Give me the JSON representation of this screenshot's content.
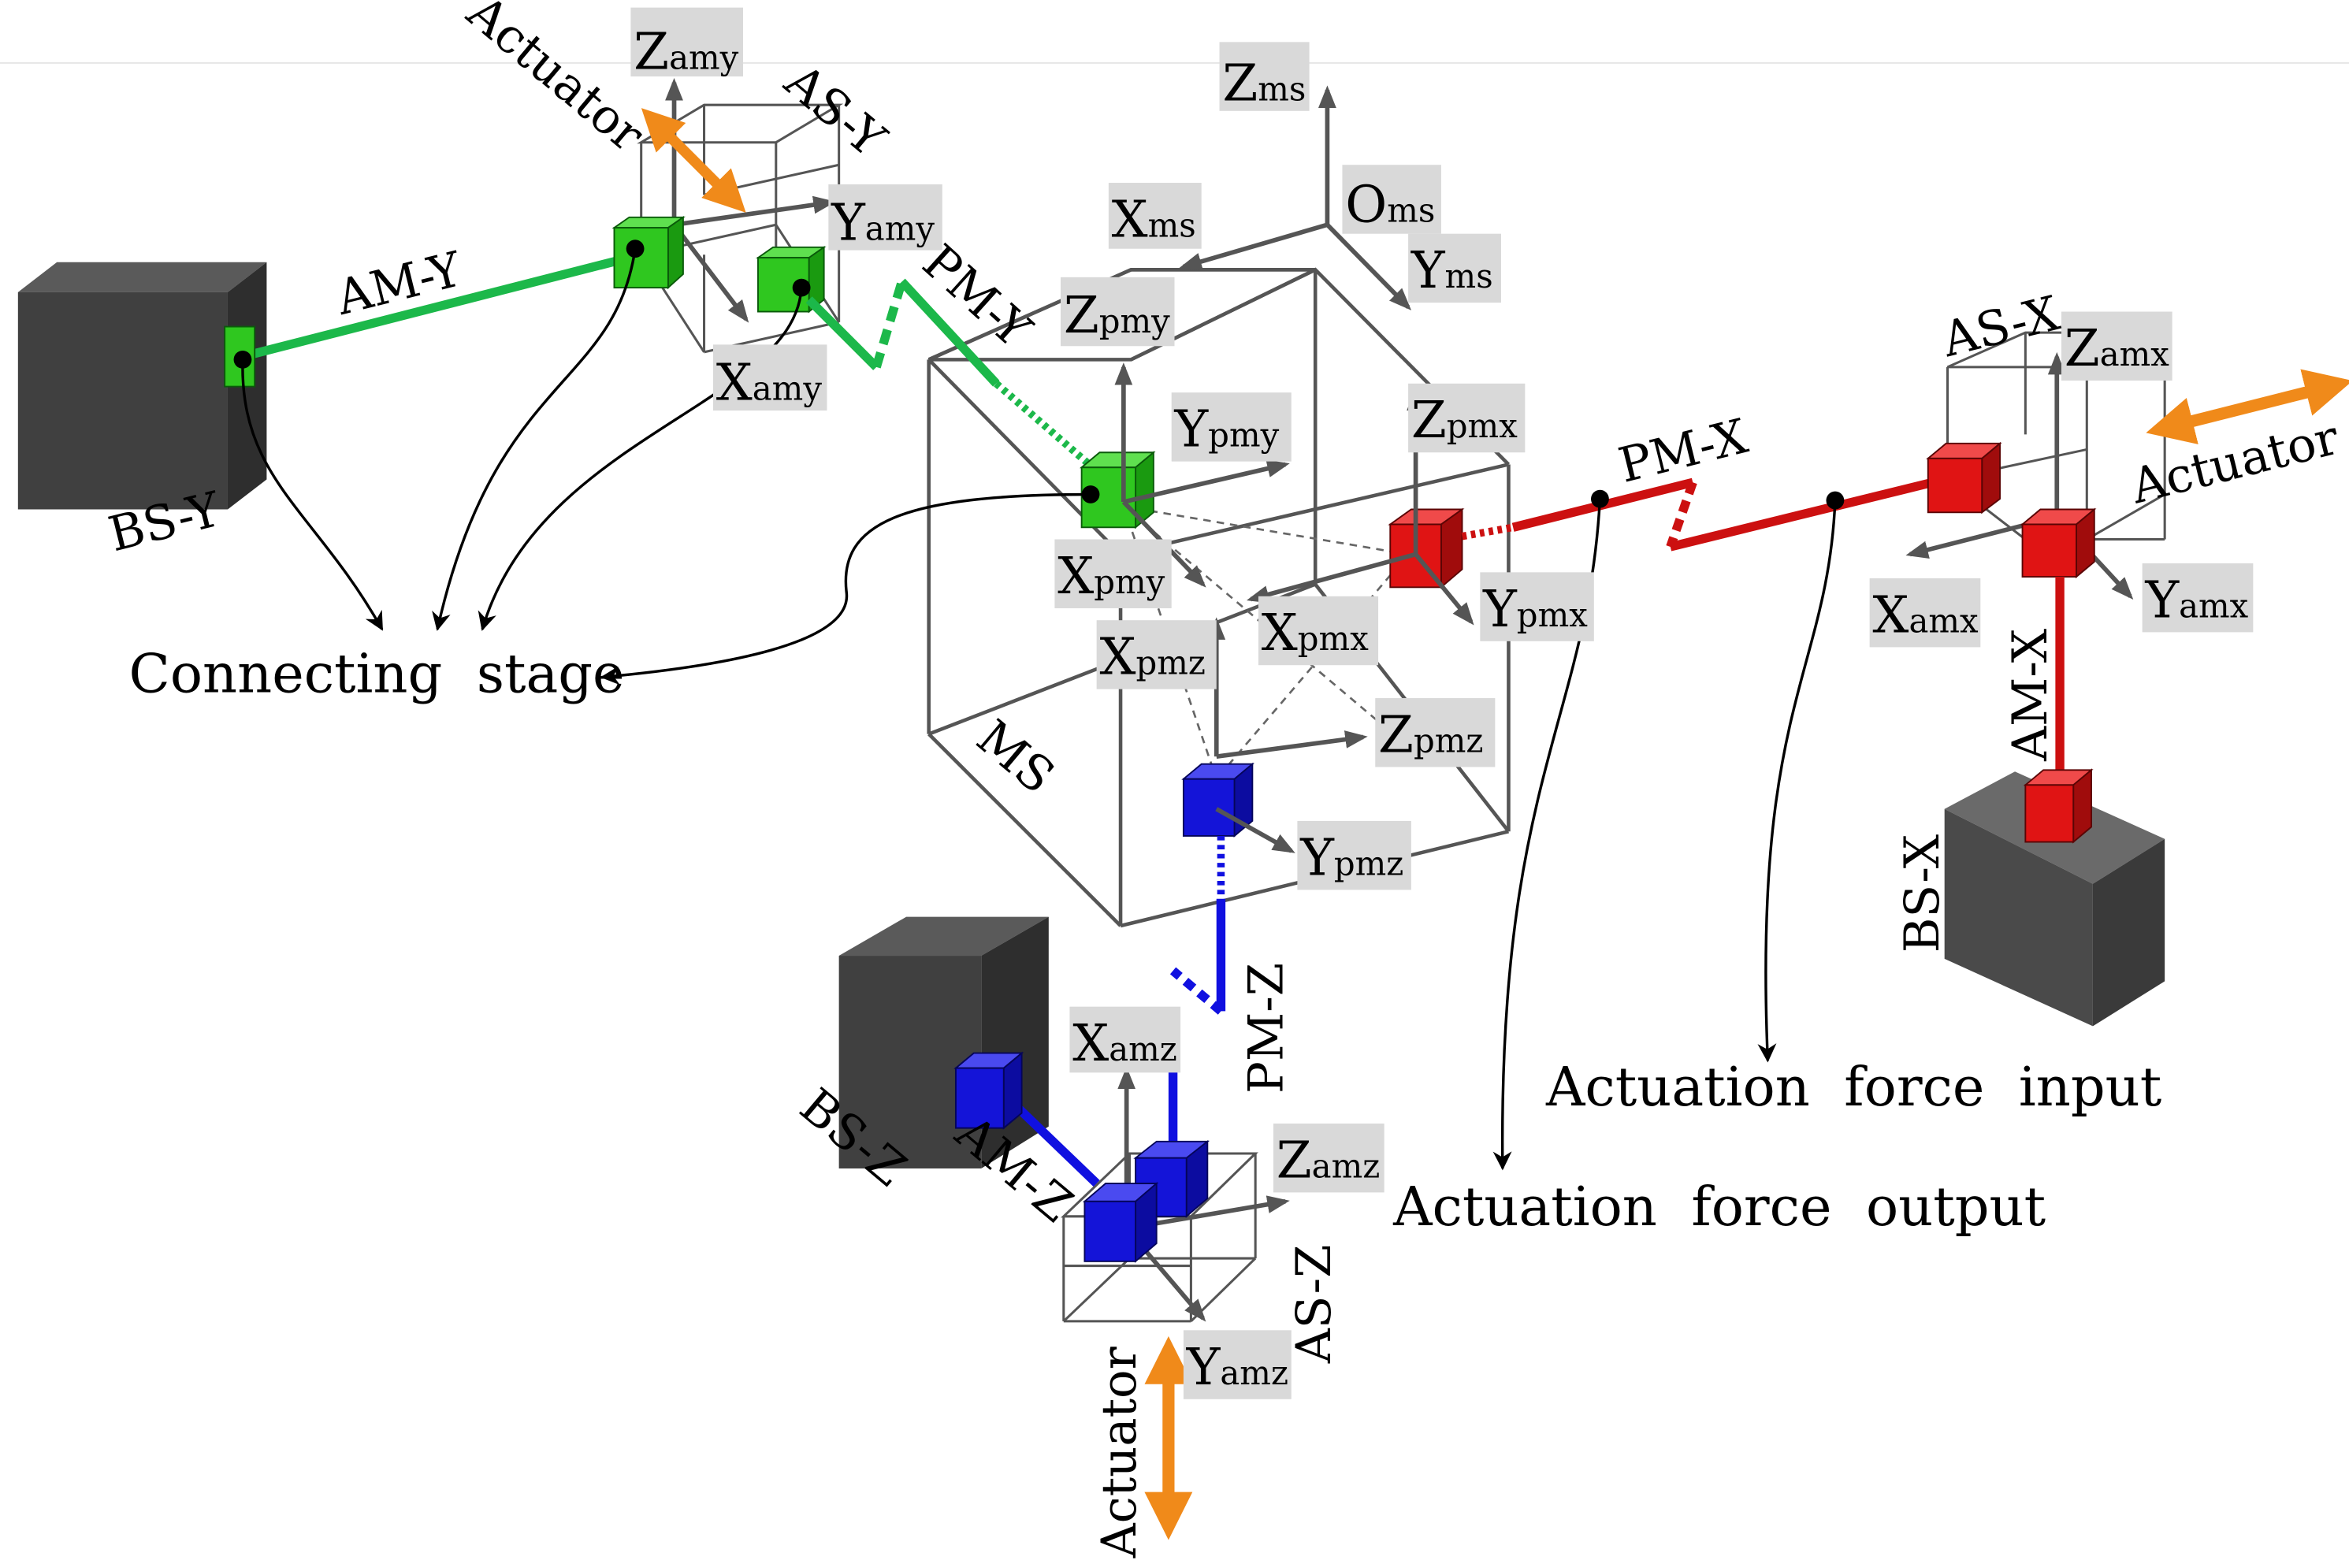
{
  "labels": {
    "z_amy": {
      "main": "Z",
      "sub": "amy"
    },
    "y_amy": {
      "main": "Y",
      "sub": "amy"
    },
    "x_amy": {
      "main": "X",
      "sub": "amy"
    },
    "z_ms": {
      "main": "Z",
      "sub": "ms"
    },
    "x_ms": {
      "main": "X",
      "sub": "ms"
    },
    "o_ms": {
      "main": "O",
      "sub": "ms"
    },
    "y_ms": {
      "main": "Y",
      "sub": "ms"
    },
    "z_pmy": {
      "main": "Z",
      "sub": "pmy"
    },
    "y_pmy": {
      "main": "Y",
      "sub": "pmy"
    },
    "x_pmy": {
      "main": "X",
      "sub": "pmy"
    },
    "z_pmx": {
      "main": "Z",
      "sub": "pmx"
    },
    "y_pmx": {
      "main": "Y",
      "sub": "pmx"
    },
    "x_pmx": {
      "main": "X",
      "sub": "pmx"
    },
    "x_pmz": {
      "main": "X",
      "sub": "pmz"
    },
    "z_pmz": {
      "main": "Z",
      "sub": "pmz"
    },
    "y_pmz": {
      "main": "Y",
      "sub": "pmz"
    },
    "z_amx": {
      "main": "Z",
      "sub": "amx"
    },
    "x_amx": {
      "main": "X",
      "sub": "amx"
    },
    "y_amx": {
      "main": "Y",
      "sub": "amx"
    },
    "x_amz": {
      "main": "X",
      "sub": "amz"
    },
    "z_amz": {
      "main": "Z",
      "sub": "amz"
    },
    "y_amz": {
      "main": "Y",
      "sub": "amz"
    }
  },
  "names": {
    "actuator": "Actuator",
    "as_y": "AS-Y",
    "am_y": "AM-Y",
    "bs_y": "BS-Y",
    "pm_y": "PM-Y",
    "as_x": "AS-X",
    "pm_x": "PM-X",
    "am_x": "AM-X",
    "bs_x": "BS-X",
    "ms": "MS",
    "pm_z": "PM-Z",
    "bs_z": "BS-Z",
    "am_z": "AM-Z",
    "as_z": "AS-Z"
  },
  "captions": {
    "connecting_stage": "Connecting  stage",
    "force_input": "Actuation  force  input",
    "force_output": "Actuation  force  output"
  },
  "colors": {
    "green": "#1cb84a",
    "green_cube": "#2fc71f",
    "red": "#cc1010",
    "red_cube": "#e01414",
    "blue": "#1010e0",
    "blue_cube": "#1414d8",
    "orange": "#f08a1a",
    "base": "#404040",
    "frame": "#555555",
    "axis": "#555555",
    "label_bg": "#d9d9d9"
  }
}
